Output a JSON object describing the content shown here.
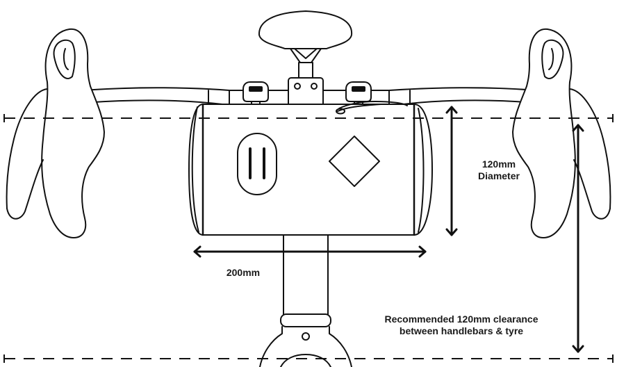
{
  "labels": {
    "diameter_value": "120mm",
    "diameter_word": "Diameter",
    "width_value": "200mm",
    "clearance_line1": "Recommended 120mm clearance",
    "clearance_line2": "between handlebars & tyre"
  },
  "colors": {
    "line": "#111111",
    "fill": "#ffffff"
  }
}
